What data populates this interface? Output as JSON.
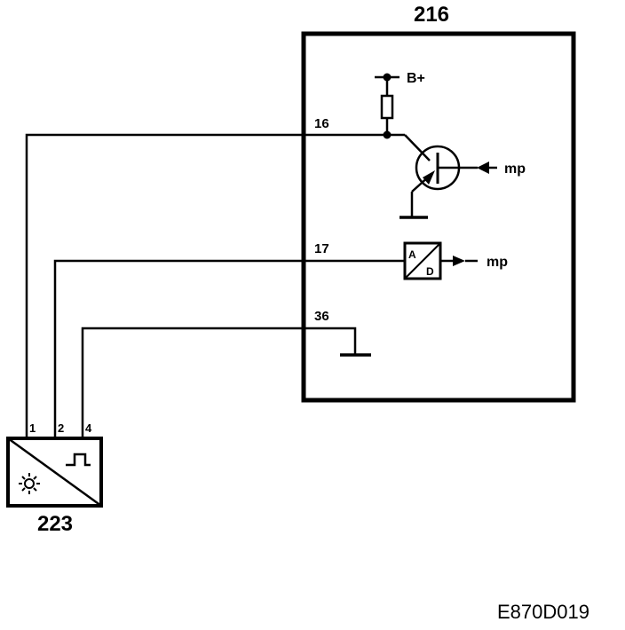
{
  "ecu": {
    "id": "216"
  },
  "sensor": {
    "id": "223"
  },
  "pins": {
    "p16": "16",
    "p17": "17",
    "p36": "36",
    "s1": "1",
    "s2": "2",
    "s4": "4"
  },
  "labels": {
    "bplus": "B+",
    "mp1": "mp",
    "mp2": "mp",
    "adc_a": "A",
    "adc_d": "D"
  },
  "reference": "E870D019",
  "icons": [
    "sun-icon",
    "square-pulse-icon",
    "npn-transistor-icon",
    "resistor-icon",
    "ground-icon",
    "ad-converter-icon"
  ]
}
